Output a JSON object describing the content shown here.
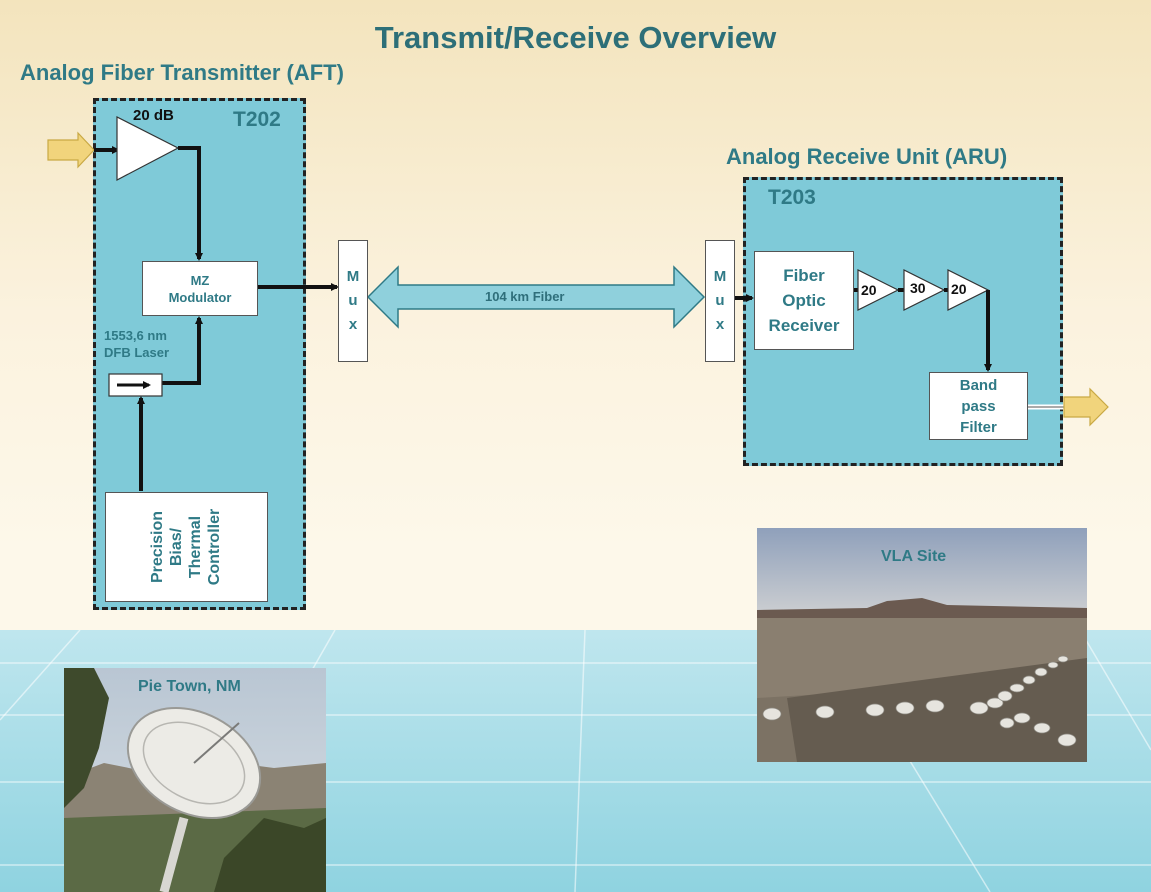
{
  "title": "Transmit/Receive Overview",
  "aft": {
    "label": "Analog Fiber Transmitter (AFT)",
    "tag": "T202",
    "amp_gain": "20 dB",
    "modulator": [
      "MZ",
      "Modulator"
    ],
    "laser": [
      "1553,6 nm",
      "DFB Laser"
    ],
    "controller": [
      "Precision",
      "Bias/",
      "Thermal",
      "Controller"
    ]
  },
  "link": {
    "mux": [
      "M",
      "u",
      "x"
    ],
    "fiber": "104 km Fiber"
  },
  "aru": {
    "label": "Analog Receive Unit (ARU)",
    "tag": "T203",
    "receiver": [
      "Fiber",
      "Optic",
      "Receiver"
    ],
    "amps": [
      "20",
      "30",
      "20"
    ],
    "filter": [
      "Band",
      "pass",
      "Filter"
    ]
  },
  "photos": {
    "pie_town": "Pie Town, NM",
    "vla": "VLA Site"
  },
  "colors": {
    "teal_box": "#7fcad8",
    "label_teal": "#2f7a86",
    "arrow_gold": "#f1d47c"
  }
}
